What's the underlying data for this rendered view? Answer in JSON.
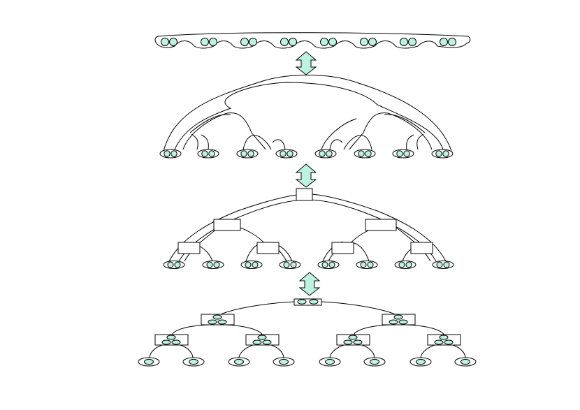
{
  "diagram": {
    "stages": [
      {
        "id": "chain",
        "nodes": 8
      },
      {
        "id": "tree-of-pairs",
        "nodes": 8
      },
      {
        "id": "tree-with-boxes",
        "nodes": 8
      },
      {
        "id": "hierarchical-tree",
        "nodes": 8
      }
    ],
    "colors": {
      "circle_fill": "#bdf1e0",
      "stroke": "#000000",
      "arrow_fill": "#bdf1e0",
      "background": "#ffffff"
    }
  }
}
